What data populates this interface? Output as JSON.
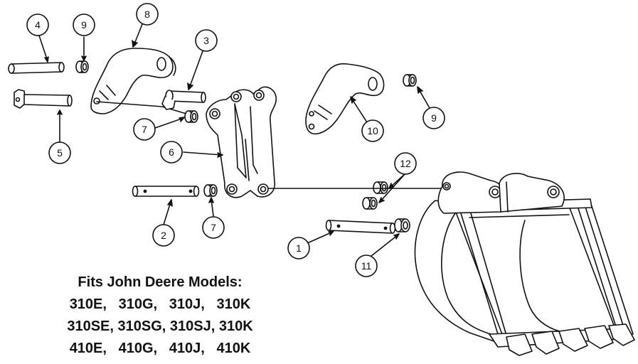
{
  "models": {
    "heading": "Fits John Deere Models:",
    "lines": [
      "310E,   310G,   310J,   310K",
      "310SE, 310SG, 310SJ, 310K",
      "410E,   410G,   410J,   410K"
    ]
  },
  "callouts": [
    {
      "id": "c1",
      "number": "1"
    },
    {
      "id": "c2",
      "number": "2"
    },
    {
      "id": "c3",
      "number": "3"
    },
    {
      "id": "c4",
      "number": "4"
    },
    {
      "id": "c5",
      "number": "5"
    },
    {
      "id": "c6",
      "number": "6"
    },
    {
      "id": "c7a",
      "number": "7"
    },
    {
      "id": "c7b",
      "number": "7"
    },
    {
      "id": "c8",
      "number": "8"
    },
    {
      "id": "c9a",
      "number": "9"
    },
    {
      "id": "c9b",
      "number": "9"
    },
    {
      "id": "c10",
      "number": "10"
    },
    {
      "id": "c11",
      "number": "11"
    },
    {
      "id": "c12",
      "number": "12"
    }
  ],
  "colors": {
    "line": "#111111",
    "background": "#ffffff"
  }
}
